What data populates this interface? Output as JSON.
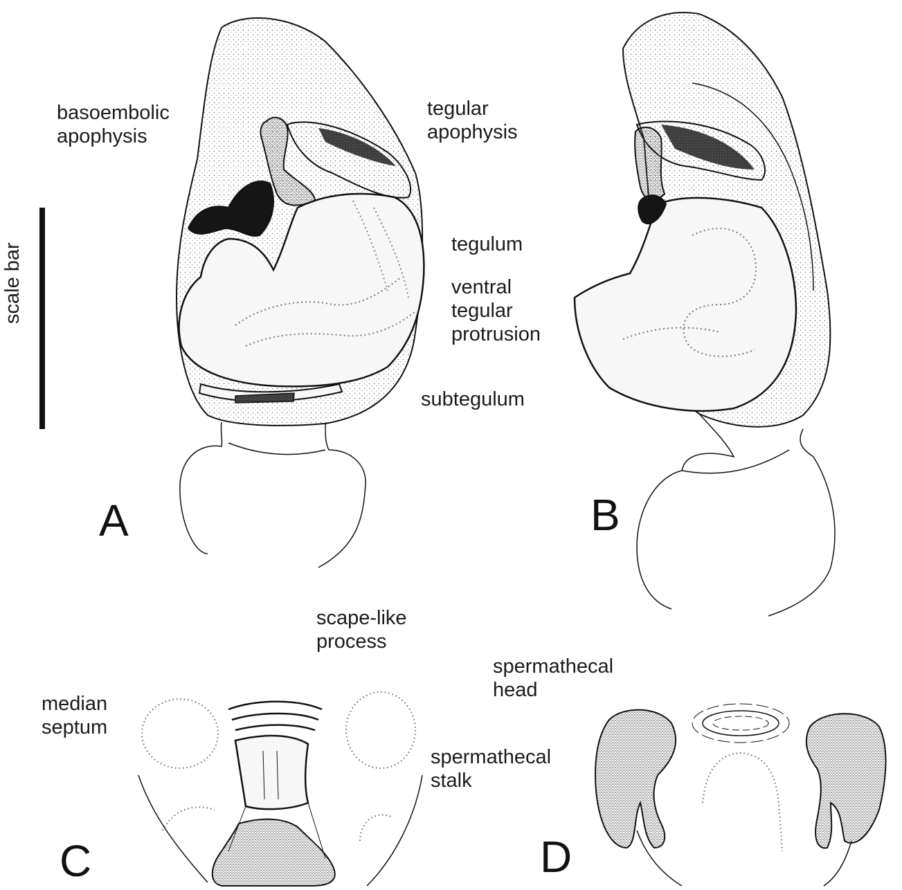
{
  "labels": {
    "basoembolic_apophysis": "basoembolic\napophysis",
    "tegular_apophysis": "tegular\napophysis",
    "tegulum": "tegulum",
    "ventral_tegular_protrusion": "ventral\ntegular\nprotrusion",
    "subtegulum": "subtegulum",
    "scape_like_process": "scape-like\nprocess",
    "median_septum": "median\nseptum",
    "spermathecal_head": "spermathecal\nhead",
    "spermathecal_stalk": "spermathecal\nstalk"
  },
  "panels": {
    "a": "A",
    "b": "B",
    "c": "C",
    "d": "D"
  },
  "scale_bar": {
    "label": "scale bar"
  },
  "colors": {
    "ink": "#111111",
    "fill_light": "#f4f4f4",
    "fill_dark": "#151515",
    "stipple": "#555555"
  }
}
